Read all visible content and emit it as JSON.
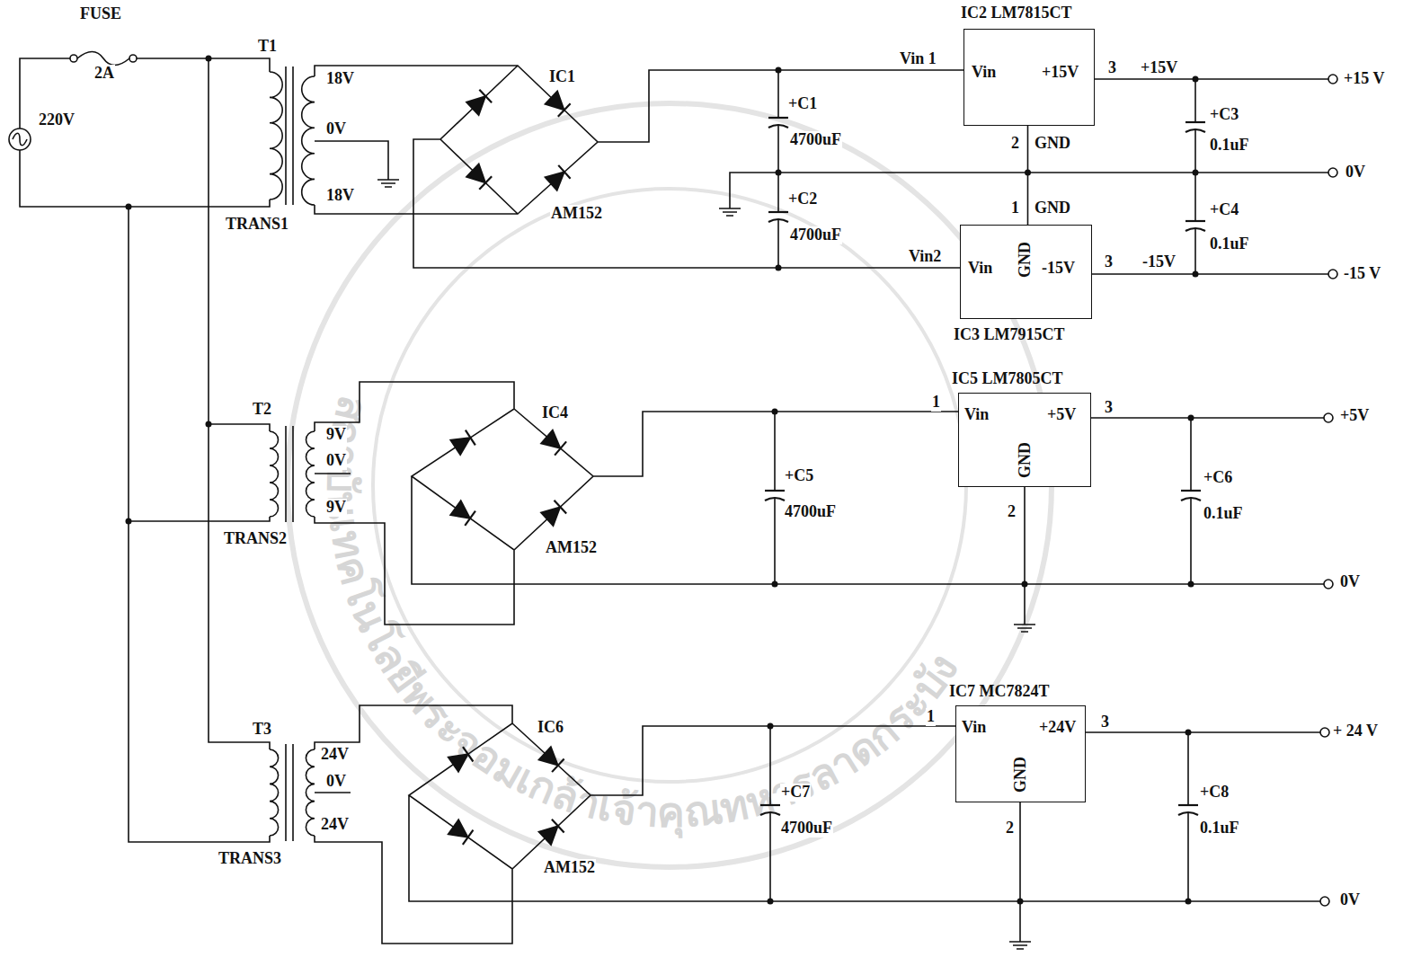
{
  "diagram": {
    "nodes": [
      {
        "text": [
          "IC2 LM7815CT",
          "Vin",
          "+15V"
        ]
      },
      {
        "text": [
          "IC3 LM7915CT",
          "Vin",
          "GND",
          "-15V"
        ]
      },
      {
        "text": [
          "IC5 LM7805CT",
          "Vin",
          "+5V",
          "GND"
        ]
      },
      {
        "text": [
          "IC7 MC7824T",
          "Vin",
          "+24V",
          "GND"
        ]
      }
    ],
    "edges": [
      {
        "from": 0,
        "to": 1,
        "arrow": "none"
      }
    ],
    "labels": [
      "FUSE",
      "2A",
      "220V",
      "T1",
      "TRANS1",
      "18V",
      "0V",
      "18V",
      "IC1",
      "AM152",
      "Vin 1",
      "3",
      "+15V",
      "+15 V",
      "+C3",
      "0.1uF",
      "2",
      "GND",
      "+C1",
      "4700uF",
      "0V",
      "+C2",
      "4700uF",
      "1",
      "GND",
      "+C4",
      "0.1uF",
      "Vin2",
      "3",
      "-15V",
      "-15 V",
      "T2",
      "9V",
      "0V",
      "9V",
      "TRANS2",
      "IC4",
      "AM152",
      "+C5",
      "4700uF",
      "1",
      "3",
      "2",
      "+5V",
      "+C6",
      "0.1uF",
      "0V",
      "T3",
      "24V",
      "0V",
      "24V",
      "TRANS3",
      "IC6",
      "AM152",
      "+C7",
      "4700uF",
      "1",
      "3",
      "2",
      "+ 24 V",
      "+C8",
      "0.1uF",
      "0V",
      "สถาบันเทคโนโลยีพระจอมเกล้าเจ้าคุณทหารลาดกระบัง"
    ]
  }
}
